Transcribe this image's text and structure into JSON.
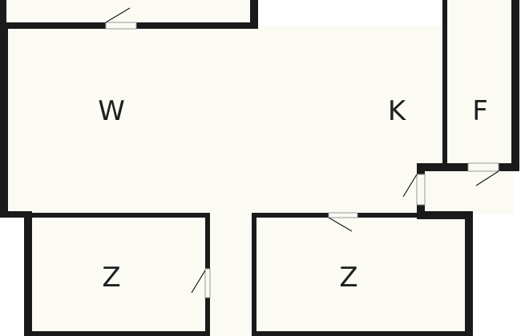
{
  "rooms": [
    {
      "id": "living",
      "label": "W"
    },
    {
      "id": "kitchen",
      "label": "K"
    },
    {
      "id": "hall",
      "label": "F"
    },
    {
      "id": "bedroom-left",
      "label": "Z"
    },
    {
      "id": "bedroom-right",
      "label": "Z"
    }
  ],
  "colors": {
    "room_fill": "#fbfbf4",
    "wall": "#1a1a1a",
    "background": "#ffffff"
  }
}
